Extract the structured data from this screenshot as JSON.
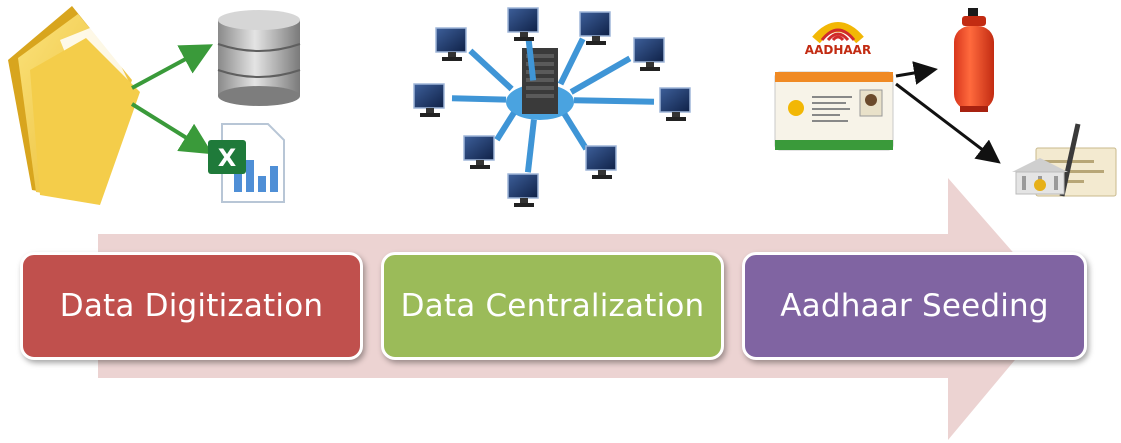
{
  "steps": [
    {
      "label": "Data Digitization",
      "color": "#c0504d"
    },
    {
      "label": "Data Centralization",
      "color": "#9bbb59"
    },
    {
      "label": "Aadhaar Seeding",
      "color": "#8064a2"
    }
  ],
  "illustrations": {
    "digitization": [
      "folder-icon",
      "database-icon",
      "excel-file-icon"
    ],
    "centralization": [
      "server-icon",
      "computer-monitor-icon"
    ],
    "seeding": {
      "aadhaar_logo_text": "AADHAAR",
      "icons": [
        "aadhaar-card-icon",
        "lpg-cylinder-icon",
        "bank-cheque-icon"
      ]
    }
  },
  "colors": {
    "arrow_fill": "#ecd3d2",
    "arrow_line_green": "#3a9a3a",
    "network_arrow_blue": "#3f95d6"
  }
}
